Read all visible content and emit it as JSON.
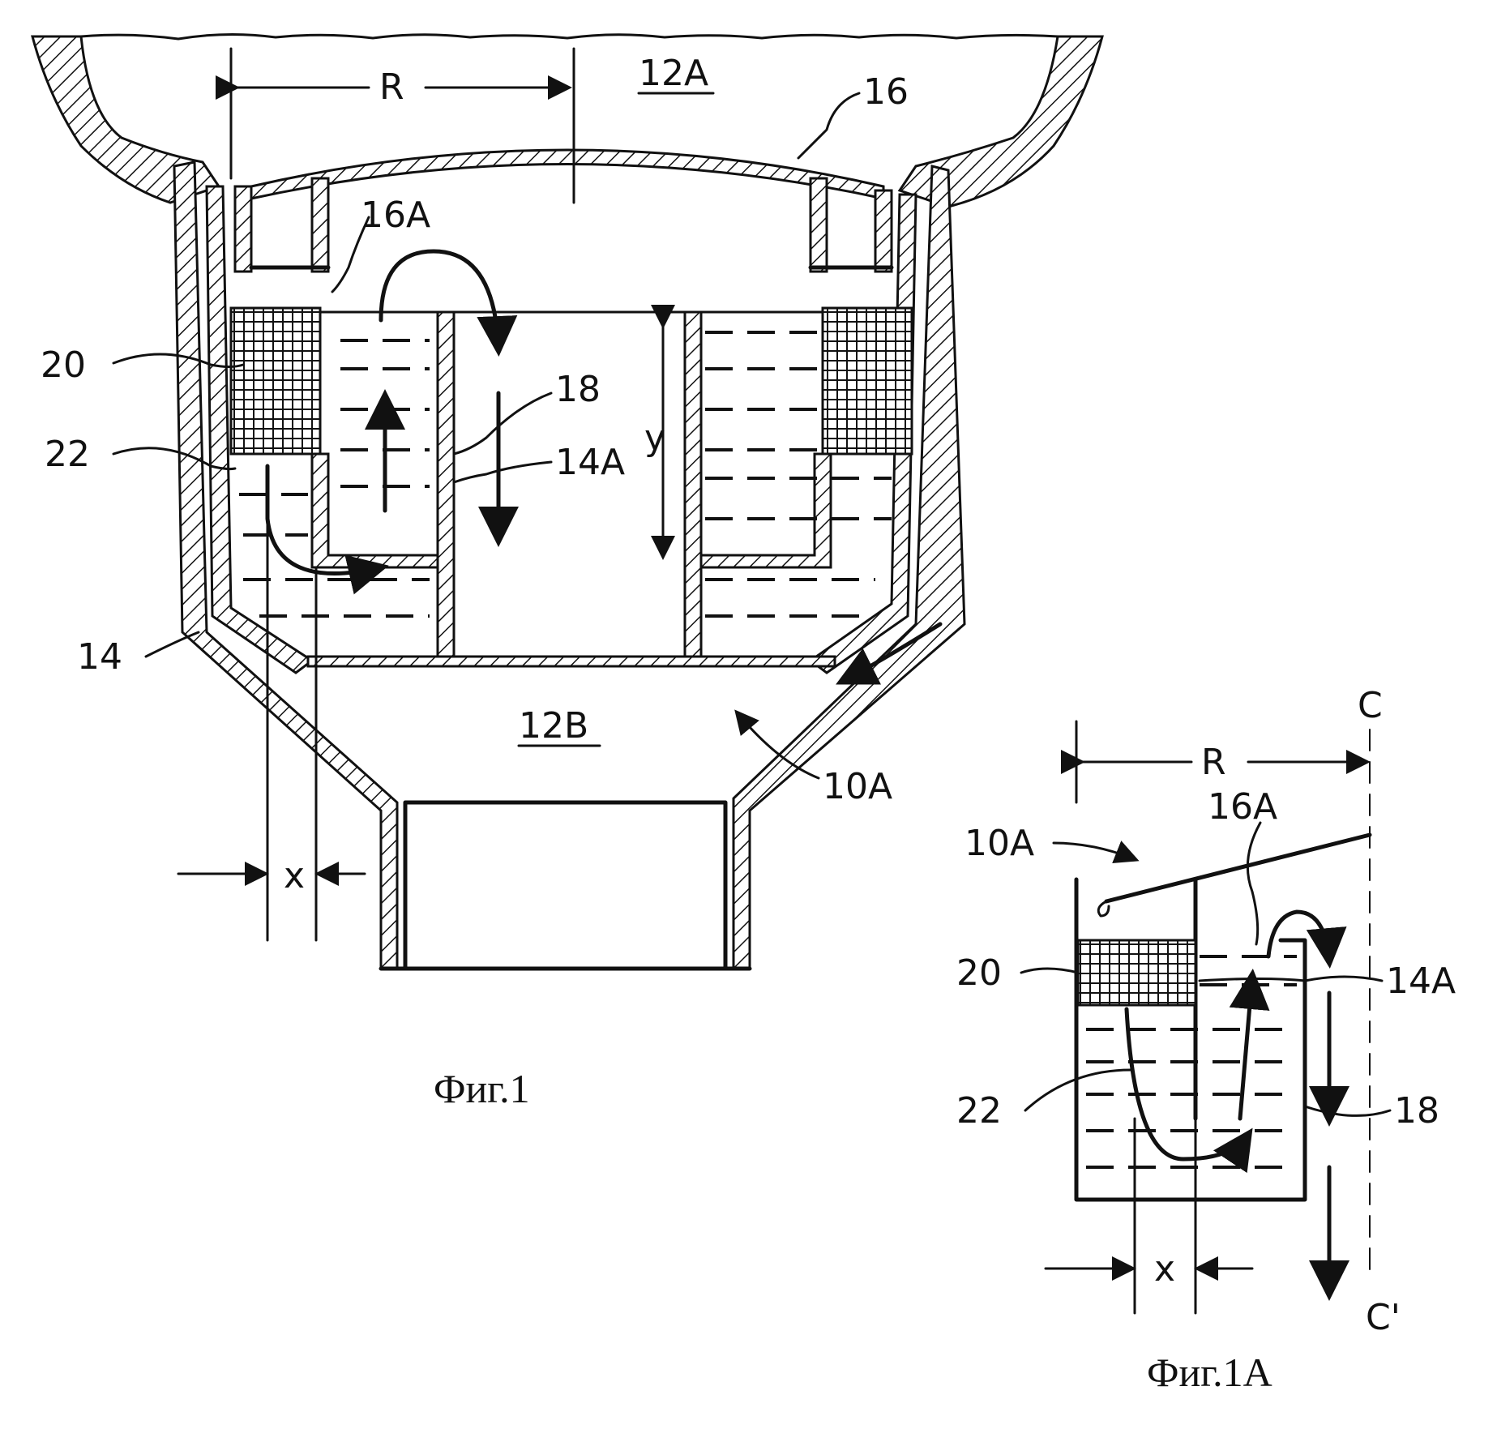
{
  "figures": [
    {
      "caption": "Фиг.1",
      "labels": {
        "chamber_upper": "12A",
        "chamber_lower": "12B",
        "radius": "R",
        "cover": "16",
        "cover_lip": "16A",
        "filter": "20",
        "passage": "22",
        "fluid": "18",
        "inner_wall": "14A",
        "height": "y",
        "housing": "14",
        "assembly": "10A",
        "width": "x"
      }
    },
    {
      "caption": "Фиг.1A",
      "labels": {
        "axis_top": "C",
        "axis_bottom": "C'",
        "radius": "R",
        "cover_lip": "16A",
        "assembly": "10A",
        "filter": "20",
        "inner_wall": "14A",
        "passage": "22",
        "fluid": "18",
        "width": "x"
      }
    }
  ]
}
